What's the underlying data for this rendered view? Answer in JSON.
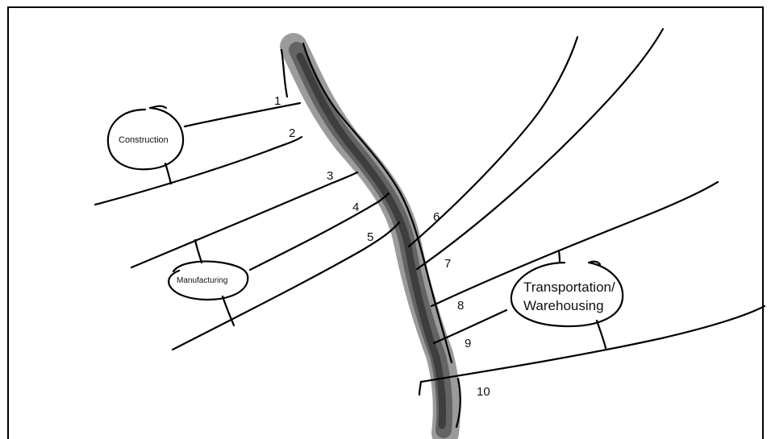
{
  "diagram": {
    "branch_numbers": [
      "1",
      "2",
      "3",
      "4",
      "5",
      "6",
      "7",
      "8",
      "9",
      "10"
    ],
    "sectors": {
      "construction": "Construction",
      "manufacturing": "Manufacturing",
      "transportation_line1": "Transportation/",
      "transportation_line2": "Warehousing"
    }
  },
  "colors": {
    "ink": "#000000",
    "river_outer": "#8a8a8a",
    "river_mid": "#5e5e5e",
    "river_core": "#3a3a3a",
    "background": "#ffffff"
  }
}
